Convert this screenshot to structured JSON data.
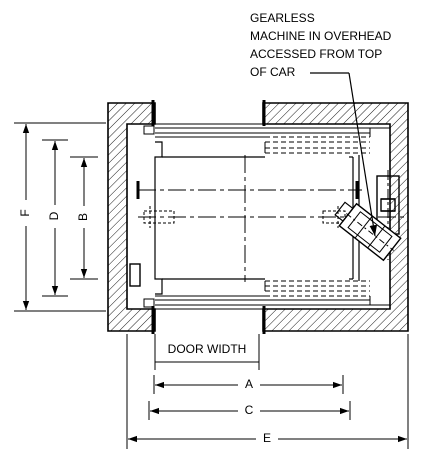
{
  "annotation": {
    "lines": [
      "GEARLESS",
      "MACHINE IN OVERHEAD",
      "ACCESSED FROM TOP",
      "OF CAR"
    ]
  },
  "dimensions": {
    "door_width": "DOOR WIDTH",
    "a": "A",
    "b": "B",
    "c": "C",
    "d": "D",
    "e": "E",
    "f": "F"
  }
}
